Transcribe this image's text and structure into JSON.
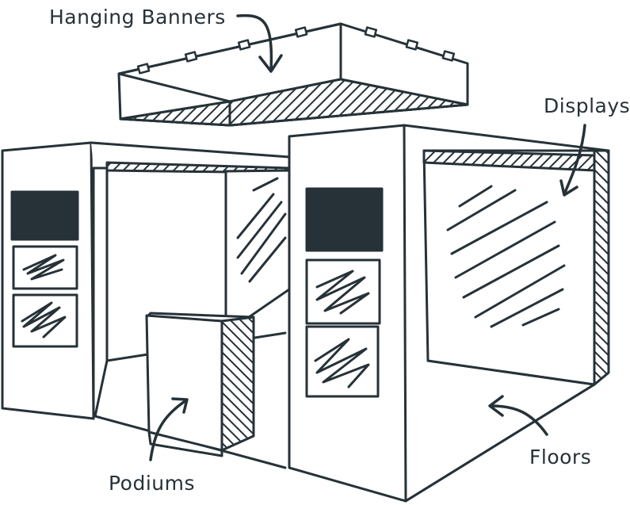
{
  "labels": {
    "hanging_banners": "Hanging Banners",
    "displays": "Displays",
    "podiums": "Podiums",
    "floors": "Floors"
  },
  "colors": {
    "ink": "#263238",
    "paper": "#ffffff"
  }
}
